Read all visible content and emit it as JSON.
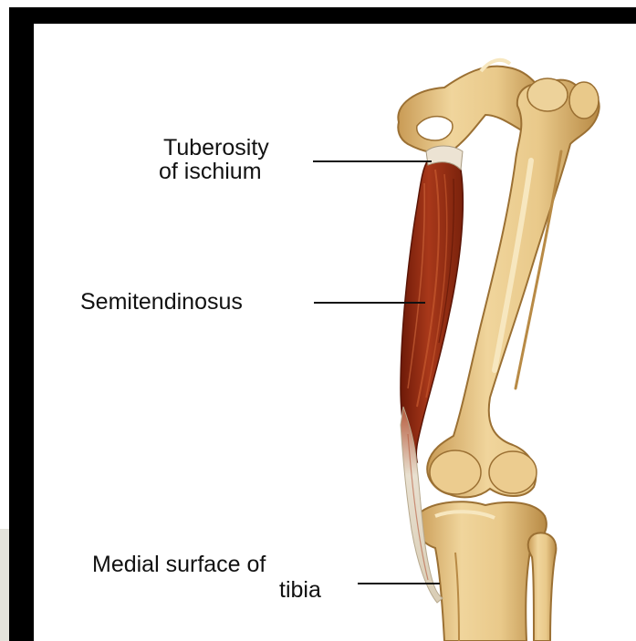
{
  "labels": {
    "tuberosity_line1": "Tuberosity",
    "tuberosity_line2": "of ischium",
    "semitendinosus": "Semitendinosus",
    "medial_line1": "Medial surface of",
    "medial_line2": "tibia"
  },
  "colors": {
    "frame": "#000000",
    "background": "#ffffff",
    "side_panel": "#e4e3db",
    "bone_fill": "#e9c98a",
    "bone_shadow": "#c99b55",
    "bone_highlight": "#f7e7bf",
    "muscle_fill": "#9a2f14",
    "muscle_dark": "#6e1a08",
    "muscle_light": "#c2552c",
    "tendon": "#e8e0d0",
    "label_text": "#111111"
  }
}
